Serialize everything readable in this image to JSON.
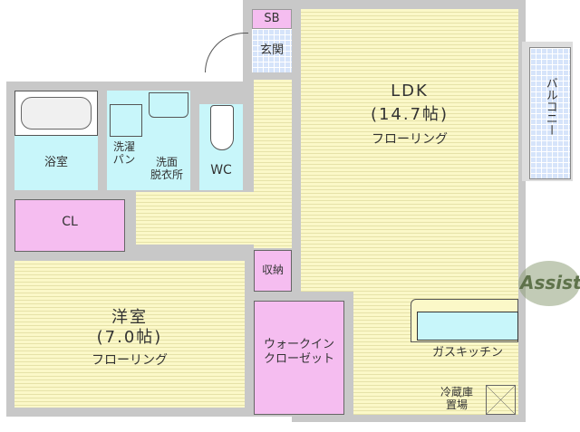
{
  "rooms": {
    "sb": "SB",
    "genkan": "玄関",
    "ldk_name": "LDK",
    "ldk_size": "(14.7帖)",
    "ldk_floor": "フローリング",
    "balcony": "バルコニー",
    "bath": "浴室",
    "laundry": "洗濯\nパン",
    "washroom": "洗面\n脱衣所",
    "wc": "WC",
    "closet": "CL",
    "western_name": "洋室",
    "western_size": "(7.0帖)",
    "western_floor": "フローリング",
    "storage": "収納",
    "walkin": "ウォークイン\nクローゼット",
    "kitchen": "ガスキッチン",
    "fridge": "冷蔵庫\n置場"
  },
  "watermark": "Assist",
  "colors": {
    "wall": "#c8c8c8",
    "floor": "#fbf8c8",
    "wet": "#c8f6fa",
    "storage": "#f5bdf0",
    "watermark": "#8fa07a"
  }
}
